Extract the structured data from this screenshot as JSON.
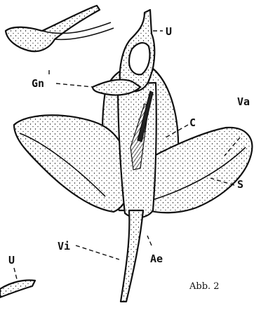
{
  "labels": {
    "U_top": "U",
    "Gn": "Gn",
    "C": "C",
    "Va": "Va",
    "S": "S",
    "Vi": "Vi",
    "Ae": "Ae",
    "U_bottom": "U"
  },
  "caption": "Abb. 2",
  "colors": {
    "ink": "#111111",
    "paper": "#ffffff"
  }
}
